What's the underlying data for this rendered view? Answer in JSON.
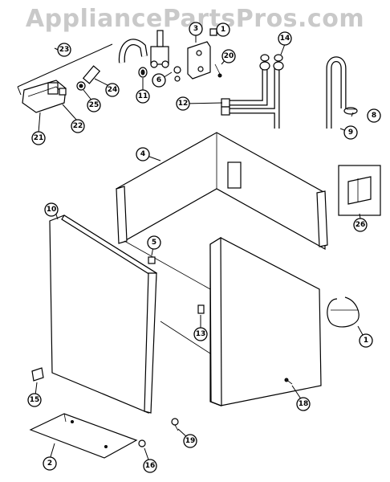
{
  "watermark": "AppliancePartsPros.com",
  "callouts": [
    {
      "id": "c1a",
      "label": "1"
    },
    {
      "id": "c1b",
      "label": "1"
    },
    {
      "id": "c2",
      "label": "2"
    },
    {
      "id": "c3",
      "label": "3"
    },
    {
      "id": "c4",
      "label": "4"
    },
    {
      "id": "c5",
      "label": "5"
    },
    {
      "id": "c6",
      "label": "6"
    },
    {
      "id": "c8",
      "label": "8"
    },
    {
      "id": "c9",
      "label": "9"
    },
    {
      "id": "c10",
      "label": "10"
    },
    {
      "id": "c11",
      "label": "11"
    },
    {
      "id": "c12",
      "label": "12"
    },
    {
      "id": "c13",
      "label": "13"
    },
    {
      "id": "c14",
      "label": "14"
    },
    {
      "id": "c15",
      "label": "15"
    },
    {
      "id": "c16",
      "label": "16"
    },
    {
      "id": "c18",
      "label": "18"
    },
    {
      "id": "c19",
      "label": "19"
    },
    {
      "id": "c20",
      "label": "20"
    },
    {
      "id": "c21",
      "label": "21"
    },
    {
      "id": "c22",
      "label": "22"
    },
    {
      "id": "c23",
      "label": "23"
    },
    {
      "id": "c24",
      "label": "24"
    },
    {
      "id": "c25",
      "label": "25"
    },
    {
      "id": "c26",
      "label": "26"
    }
  ]
}
